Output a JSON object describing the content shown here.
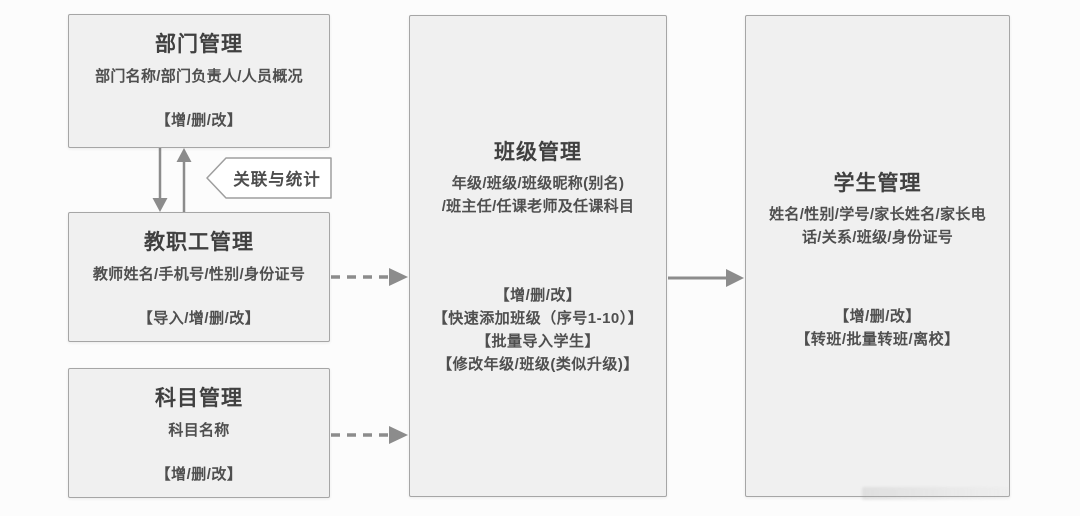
{
  "colors": {
    "canvas_bg": "#fcfcfc",
    "box_bg": "#f0f0f0",
    "box_border": "#a6a6a6",
    "arrow": "#8c8c8c",
    "text": "#4f4f4f"
  },
  "boxes": {
    "dept": {
      "title": "部门管理",
      "fields": [
        "部门名称/部门负责人/人员概况"
      ],
      "actions": [
        "【增/删/改】"
      ]
    },
    "staff": {
      "title": "教职工管理",
      "fields": [
        "教师姓名/手机号/性别/身份证号"
      ],
      "actions": [
        "【导入/增/删/改】"
      ]
    },
    "subject": {
      "title": "科目管理",
      "fields": [
        "科目名称"
      ],
      "actions": [
        "【增/删/改】"
      ]
    },
    "class": {
      "title": "班级管理",
      "fields": [
        "年级/班级/班级昵称(别名)",
        "/班主任/任课老师及任课科目"
      ],
      "actions": [
        "【增/删/改】",
        "【快速添加班级（序号1-10）】",
        "【批量导入学生】",
        "【修改年级/班级(类似升级)】"
      ]
    },
    "student": {
      "title": "学生管理",
      "fields": [
        "姓名/性别/学号/家长姓名/家长电",
        "话/关系/班级/身份证号"
      ],
      "actions": [
        "【增/删/改】",
        "【转班/批量转班/离校】"
      ]
    }
  },
  "callout": {
    "label": "关联与统计"
  }
}
